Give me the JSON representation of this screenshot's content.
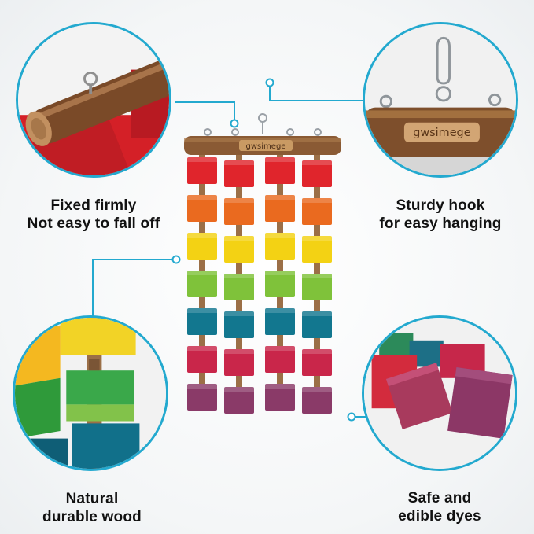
{
  "brand_engraving": "gwsimege",
  "features": [
    {
      "id": "fixed",
      "line1": "Fixed firmly",
      "line2": "Not easy to fall off"
    },
    {
      "id": "hook",
      "line1": "Sturdy hook",
      "line2": "for easy hanging"
    },
    {
      "id": "wood",
      "line1": "Natural",
      "line2": "durable wood"
    },
    {
      "id": "dyes",
      "line1": "Safe and",
      "line2": "edible dyes"
    }
  ],
  "colors": {
    "accent": "#23a9cf",
    "block_rows": [
      "#e0252c",
      "#ea6a1f",
      "#f3d214",
      "#7fc23a",
      "#12778f",
      "#c9264a",
      "#8a3a68"
    ],
    "wood": "#8a5a34"
  }
}
